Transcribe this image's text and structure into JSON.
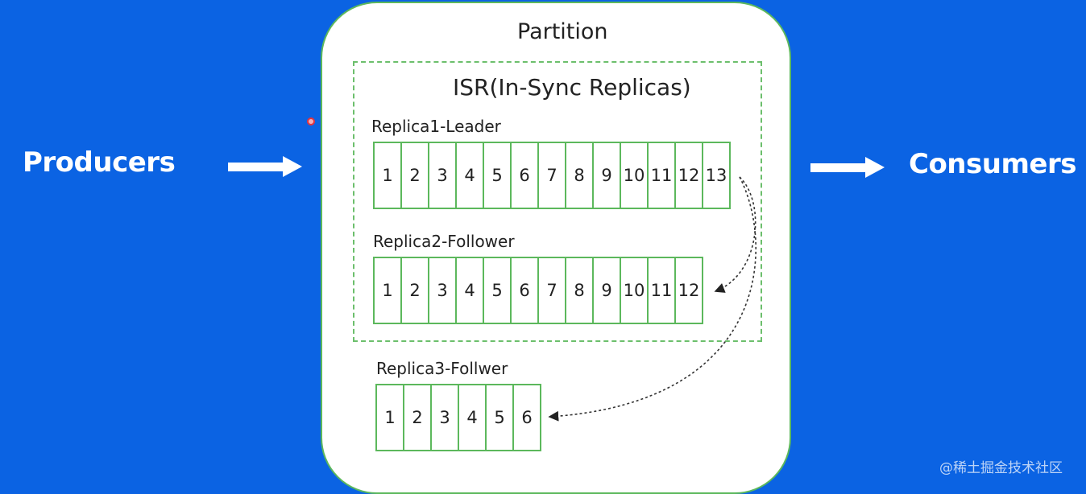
{
  "producers": {
    "label": "Producers"
  },
  "consumers": {
    "label": "Consumers"
  },
  "partition": {
    "title": "Partition"
  },
  "isr": {
    "title": "ISR(In-Sync Replicas)"
  },
  "replicas": [
    {
      "label": "Replica1-Leader",
      "cells": [
        "1",
        "2",
        "3",
        "4",
        "5",
        "6",
        "7",
        "8",
        "9",
        "10",
        "11",
        "12",
        "13"
      ]
    },
    {
      "label": "Replica2-Follower",
      "cells": [
        "1",
        "2",
        "3",
        "4",
        "5",
        "6",
        "7",
        "8",
        "9",
        "10",
        "11",
        "12"
      ]
    },
    {
      "label": "Replica3-Follwer",
      "cells": [
        "1",
        "2",
        "3",
        "4",
        "5",
        "6"
      ]
    }
  ],
  "watermark": "@稀土掘金技术社区",
  "colors": {
    "background": "#0b63e3",
    "border": "#5cb85c",
    "panel": "#ffffff"
  }
}
